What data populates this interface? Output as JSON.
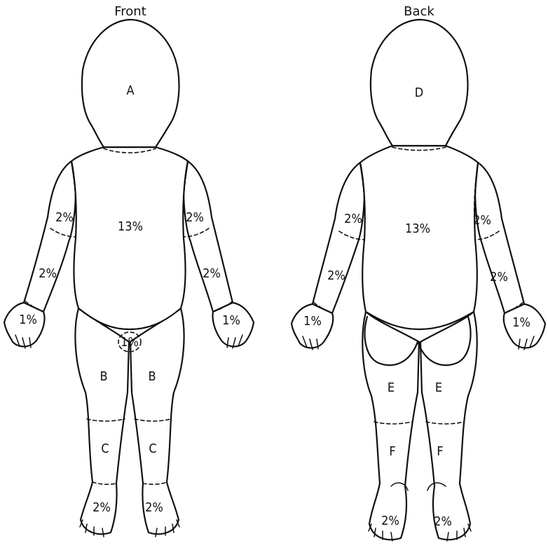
{
  "views": {
    "front": {
      "title": "Front",
      "labels": {
        "head": "A",
        "trunk": "13%",
        "left_upper_arm": "2%",
        "right_upper_arm": "2%",
        "left_forearm": "2%",
        "right_forearm": "2%",
        "left_hand": "1%",
        "right_hand": "1%",
        "genitals": "1%",
        "left_thigh": "B",
        "right_thigh": "B",
        "left_leg": "C",
        "right_leg": "C",
        "left_foot": "2%",
        "right_foot": "2%"
      }
    },
    "back": {
      "title": "Back",
      "labels": {
        "head": "D",
        "trunk": "13%",
        "left_upper_arm": "2%",
        "right_upper_arm": "2%",
        "left_forearm": "2%",
        "right_forearm": "2%",
        "left_hand": "1%",
        "right_hand": "1%",
        "left_thigh": "E",
        "right_thigh": "E",
        "left_leg": "F",
        "right_leg": "F",
        "left_foot": "2%",
        "right_foot": "2%"
      }
    }
  }
}
